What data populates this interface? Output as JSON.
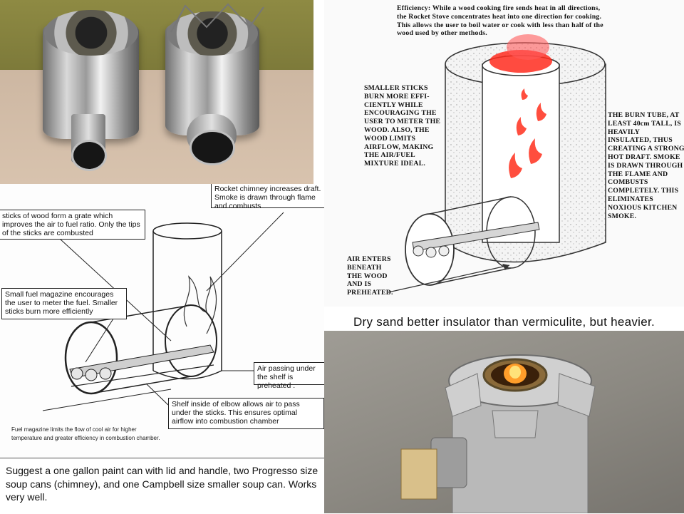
{
  "top_left_photo": {
    "alt": "Two rocket stoves made from tin cans"
  },
  "left_diagram": {
    "callout_chimney": "Rocket chimney increases draft. Smoke is drawn through flame and combusts",
    "callout_grate": "sticks of wood form a grate which improves the air to fuel ratio. Only the tips of the sticks are combusted",
    "callout_magazine": "Small fuel magazine encourages the user to meter the fuel. Smaller sticks burn more efficiently",
    "callout_air": "Air passing under the shelf is preheated .",
    "callout_shelf": "Shelf inside of elbow allows air to pass under the sticks. This ensures optimal airflow into combustion chamber",
    "fuel_note": "Fuel magazine limits the flow of cool air for higher temperature and greater efficiency in combustion chamber."
  },
  "left_caption": "Suggest a one gallon paint can with lid and handle, two Progresso size soup cans (chimney), and one Campbell size smaller soup can.  Works very well.",
  "right_diagram": {
    "efficiency_label": "Efficiency:",
    "efficiency_text": "While a wood cooking fire sends heat in all directions, the Rocket Stove concentrates heat into one direction for cooking. This allows the user to boil water or cook with less than half of the wood used by other methods.",
    "smaller_sticks": "SMALLER STICKS BURN MORE EFFI- CIENTLY WHILE ENCOURAGING THE USER TO METER THE WOOD. ALSO, THE WOOD LIMITS AIRFLOW, MAKING THE AIR/FUEL MIXTURE IDEAL.",
    "burn_tube": "THE BURN TUBE, AT LEAST 40cm TALL, IS HEAVILY INSULATED, THUS CREATING A STRONG HOT DRAFT.  SMOKE IS DRAWN THROUGH THE FLAME AND COMBUSTS COMPLETELY. THIS ELIMINATES NOXIOUS KITCHEN SMOKE.",
    "air_enters": "AIR ENTERS BENEATH THE WOOD AND IS PREHEATED."
  },
  "right_caption": "Dry sand better insulator than vermiculite, but heavier.",
  "bottom_right_photo": {
    "alt": "Finished tin can rocket stove with flame"
  }
}
